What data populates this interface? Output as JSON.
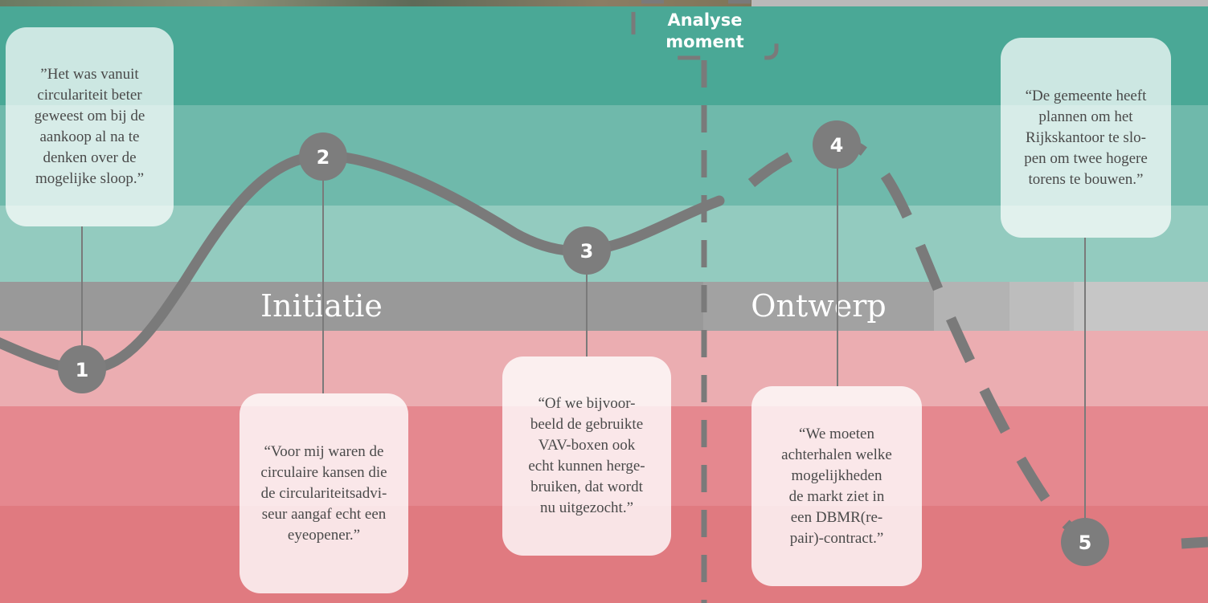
{
  "colors": {
    "teal_1": "#4aa896",
    "teal_2": "#6fb9ab",
    "teal_3": "#93cbbf",
    "phase_gray": "#999999",
    "phase_gray_light": "#bebebe",
    "pink_1": "#ebadb1",
    "pink_2": "#e5888f",
    "pink_3": "#e07a80",
    "line_gray": "#7a7a7a",
    "marker_gray": "#7d7d7d"
  },
  "analyse_marker": {
    "label_line1": "Analyse",
    "label_line2": "moment"
  },
  "phases": [
    {
      "label": "Initiatie"
    },
    {
      "label": "Ontwerp"
    }
  ],
  "markers": [
    {
      "number": "1"
    },
    {
      "number": "2"
    },
    {
      "number": "3"
    },
    {
      "number": "4"
    },
    {
      "number": "5"
    }
  ],
  "quotes": {
    "q1": [
      "”Het was vanuit",
      "circulariteit beter",
      "geweest om bij de",
      "aankoop al na te",
      "denken over de",
      "mogelijke sloop.”"
    ],
    "q2": [
      "“Voor mij waren de",
      "circulaire kansen die",
      "de circulariteitsadvi-",
      "seur aangaf echt een",
      "eyeopener.”"
    ],
    "q3": [
      "“Of we bijvoor-",
      "beeld de gebruikte",
      "VAV-boxen ook",
      "echt kunnen herge-",
      "bruiken, dat wordt",
      "nu uitgezocht.”"
    ],
    "q4": [
      "“We moeten",
      "achterhalen welke",
      "mogelijkheden",
      "de markt ziet in",
      "een DBMR(re-",
      "pair)-contract.”"
    ],
    "q5": [
      "“De gemeente heeft",
      "plannen om het",
      "Rijkskantoor te slo-",
      "pen om twee hogere",
      "torens te bouwen.”"
    ]
  }
}
